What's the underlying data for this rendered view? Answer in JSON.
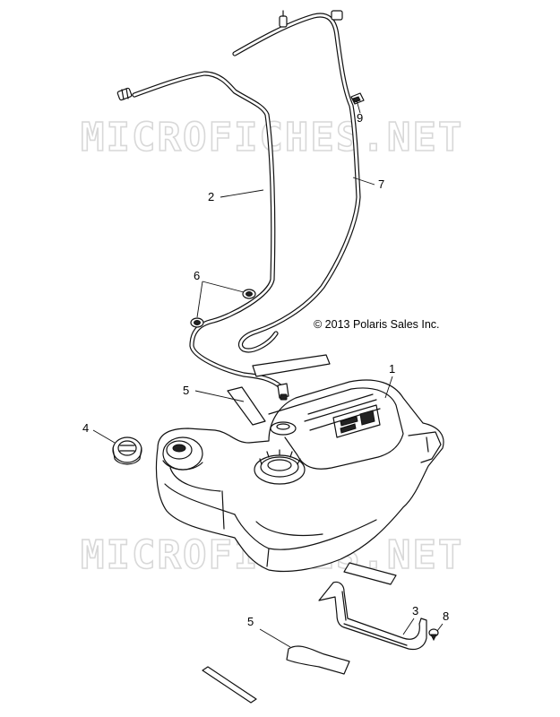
{
  "copyright": "© 2013 Polaris Sales Inc.",
  "watermarks": [
    "MICROFICHES.NET",
    "MICROFICHES.NET"
  ],
  "callouts": [
    "1",
    "2",
    "3",
    "4",
    "5",
    "5",
    "6",
    "7",
    "8",
    "9"
  ]
}
